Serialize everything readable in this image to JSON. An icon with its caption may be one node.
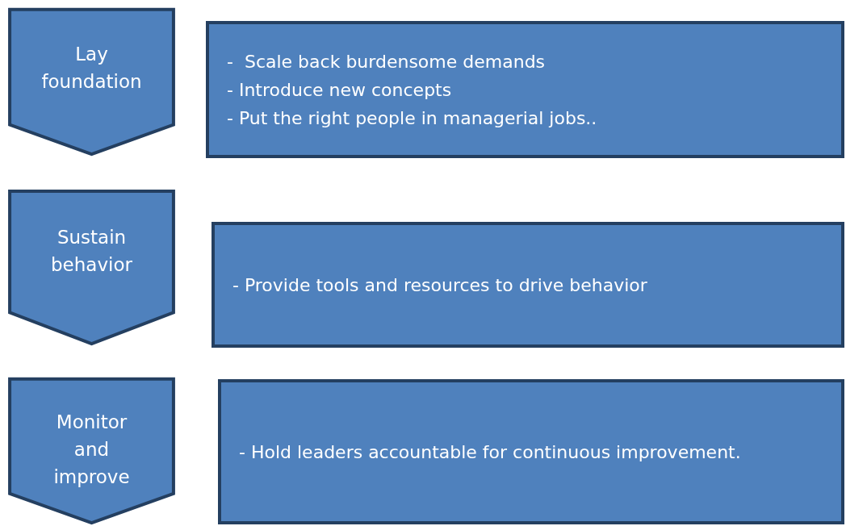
{
  "diagram": {
    "nodes": [
      {
        "text": [
          "Lay foundation"
        ]
      },
      {
        "text": [
          "-  Scale back burdensome demands",
          "- Introduce new concepts",
          "- Put the right people in managerial jobs.."
        ]
      },
      {
        "text": [
          "Sustain behavior"
        ]
      },
      {
        "text": [
          "- Provide tools and resources to drive behavior"
        ]
      },
      {
        "text": [
          "Monitor and improve"
        ]
      },
      {
        "text": [
          "- Hold leaders accountable for continuous improvement."
        ]
      }
    ]
  }
}
